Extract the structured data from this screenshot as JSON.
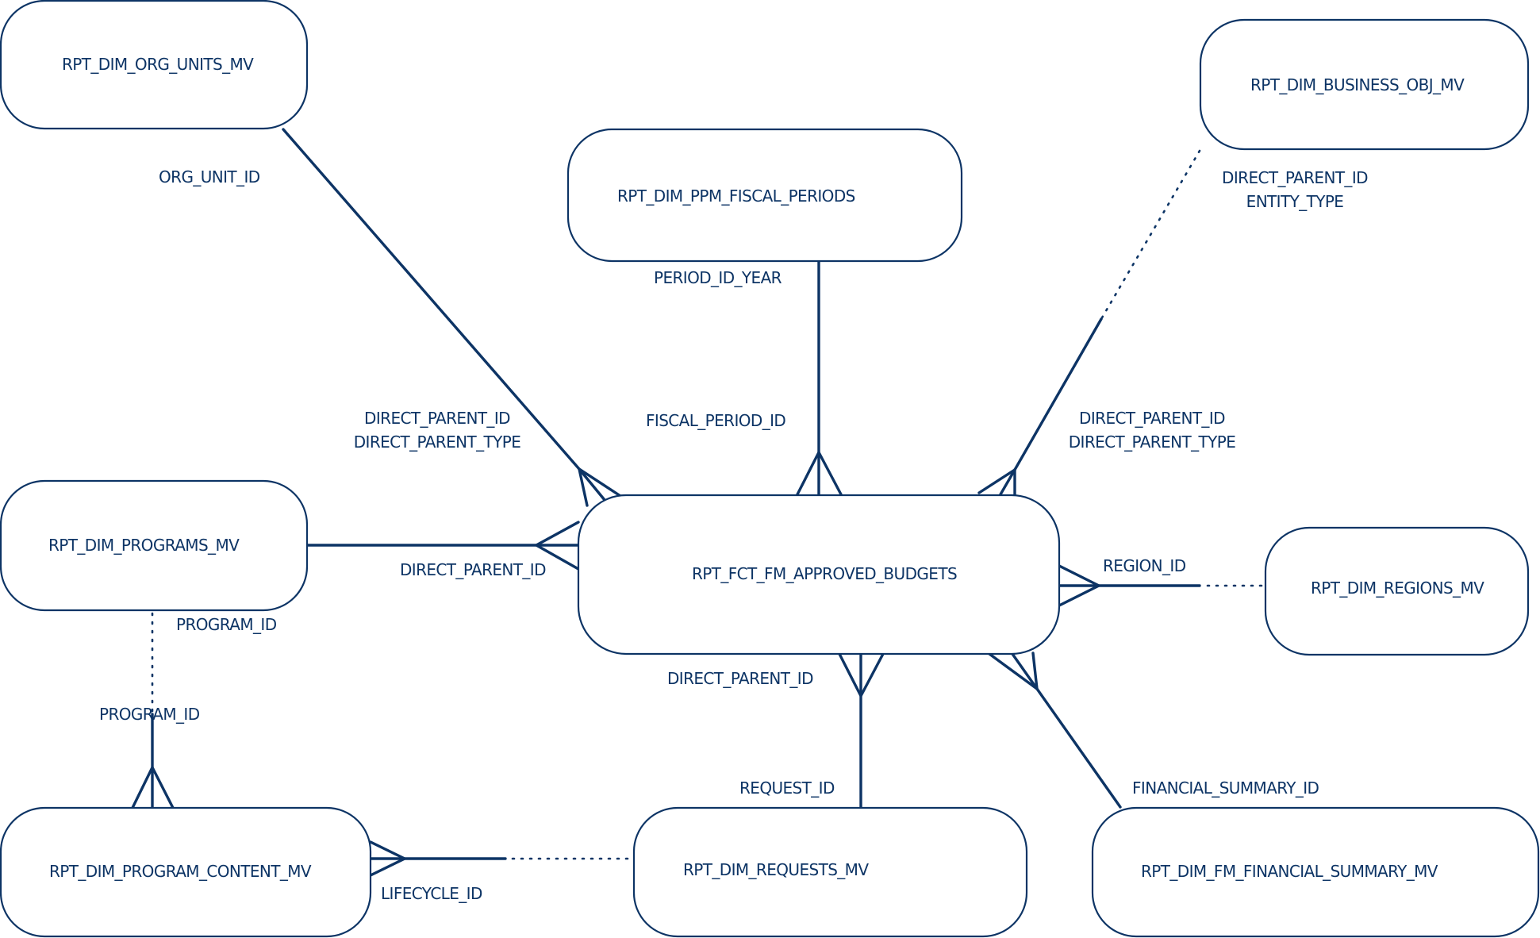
{
  "diagram": {
    "type": "entity-relationship",
    "color": "#0d3465",
    "entities": [
      {
        "id": "org_units",
        "name": "RPT_DIM_ORG_UNITS_MV"
      },
      {
        "id": "fiscal_periods",
        "name": "RPT_DIM_PPM_FISCAL_PERIODS"
      },
      {
        "id": "business_obj",
        "name": "RPT_DIM_BUSINESS_OBJ_MV"
      },
      {
        "id": "programs",
        "name": "RPT_DIM_PROGRAMS_MV"
      },
      {
        "id": "approved_budgets",
        "name": "RPT_FCT_FM_APPROVED_BUDGETS"
      },
      {
        "id": "regions",
        "name": "RPT_DIM_REGIONS_MV"
      },
      {
        "id": "program_content",
        "name": "RPT_DIM_PROGRAM_CONTENT_MV"
      },
      {
        "id": "requests",
        "name": "RPT_DIM_REQUESTS_MV"
      },
      {
        "id": "financial_summary",
        "name": "RPT_DIM_FM_FINANCIAL_SUMMARY_MV"
      }
    ],
    "relationships": [
      {
        "from": "org_units",
        "to": "approved_budgets",
        "from_keys": [
          "ORG_UNIT_ID"
        ],
        "to_keys": [
          "DIRECT_PARENT_ID",
          "DIRECT_PARENT_TYPE"
        ],
        "style": "solid",
        "many_end": "approved_budgets"
      },
      {
        "from": "fiscal_periods",
        "to": "approved_budgets",
        "from_keys": [
          "PERIOD_ID_YEAR"
        ],
        "to_keys": [
          "FISCAL_PERIOD_ID"
        ],
        "style": "solid",
        "many_end": "approved_budgets"
      },
      {
        "from": "business_obj",
        "to": "approved_budgets",
        "from_keys": [
          "DIRECT_PARENT_ID",
          "ENTITY_TYPE"
        ],
        "to_keys": [
          "DIRECT_PARENT_ID",
          "DIRECT_PARENT_TYPE"
        ],
        "style": "solid-dotted",
        "many_end": "approved_budgets"
      },
      {
        "from": "programs",
        "to": "approved_budgets",
        "from_keys": [],
        "to_keys": [
          "DIRECT_PARENT_ID"
        ],
        "style": "solid",
        "many_end": "approved_budgets"
      },
      {
        "from": "regions",
        "to": "approved_budgets",
        "from_keys": [],
        "to_keys": [
          "REGION_ID"
        ],
        "style": "solid-dotted",
        "many_end": "approved_budgets"
      },
      {
        "from": "programs",
        "to": "program_content",
        "from_keys": [
          "PROGRAM_ID"
        ],
        "to_keys": [
          "PROGRAM_ID"
        ],
        "style": "dotted-solid",
        "many_end": "program_content"
      },
      {
        "from": "requests",
        "to": "approved_budgets",
        "from_keys": [
          "REQUEST_ID"
        ],
        "to_keys": [
          "DIRECT_PARENT_ID"
        ],
        "style": "solid",
        "many_end": "approved_budgets"
      },
      {
        "from": "financial_summary",
        "to": "approved_budgets",
        "from_keys": [
          "FINANCIAL_SUMMARY_ID"
        ],
        "to_keys": [],
        "style": "solid",
        "many_end": "approved_budgets"
      },
      {
        "from": "requests",
        "to": "program_content",
        "from_keys": [],
        "to_keys": [
          "LIFECYCLE_ID"
        ],
        "style": "solid-dotted",
        "many_end": "program_content"
      }
    ]
  },
  "labels": {
    "org_unit_id": "ORG_UNIT_ID",
    "period_id_year": "PERIOD_ID_YEAR",
    "bo_direct_parent_id": "DIRECT_PARENT_ID",
    "bo_entity_type": "ENTITY_TYPE",
    "left_direct_parent_id": "DIRECT_PARENT_ID",
    "left_direct_parent_type": "DIRECT_PARENT_TYPE",
    "fiscal_period_id": "FISCAL_PERIOD_ID",
    "right_direct_parent_id": "DIRECT_PARENT_ID",
    "right_direct_parent_type": "DIRECT_PARENT_TYPE",
    "programs_direct_parent_id": "DIRECT_PARENT_ID",
    "region_id": "REGION_ID",
    "programs_program_id": "PROGRAM_ID",
    "bottom_direct_parent_id": "DIRECT_PARENT_ID",
    "content_program_id": "PROGRAM_ID",
    "request_id": "REQUEST_ID",
    "financial_summary_id": "FINANCIAL_SUMMARY_ID",
    "lifecycle_id": "LIFECYCLE_ID"
  }
}
